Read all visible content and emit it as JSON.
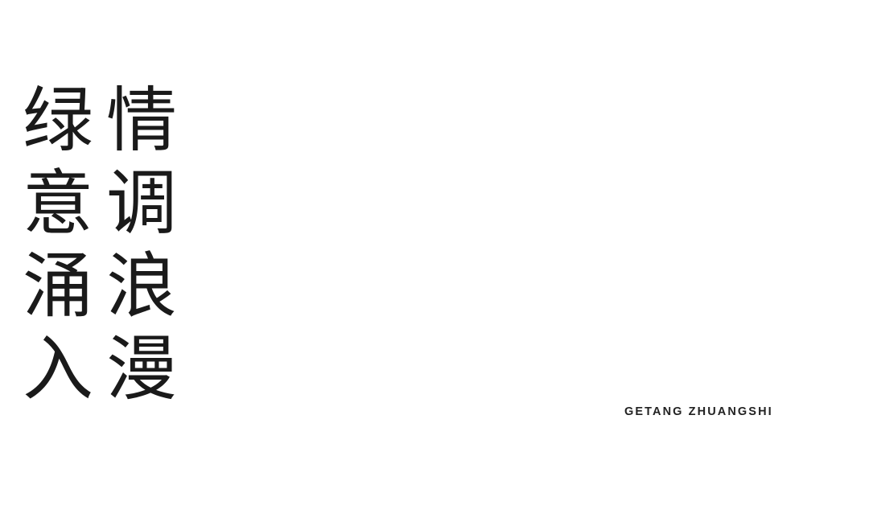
{
  "title": {
    "columns": [
      {
        "chars": [
          "绿",
          "意",
          "涌",
          "入"
        ]
      },
      {
        "chars": [
          "情",
          "调",
          "浪",
          "漫"
        ]
      }
    ],
    "grid": [
      [
        "绿",
        "情"
      ],
      [
        "意",
        "调"
      ],
      [
        "涌",
        "浪"
      ],
      [
        "入",
        "漫"
      ]
    ]
  },
  "brand": {
    "text": "GETANG ZHUANGSHI"
  },
  "colors": {
    "background": "#ffffff",
    "text": "#1a1a1a"
  }
}
